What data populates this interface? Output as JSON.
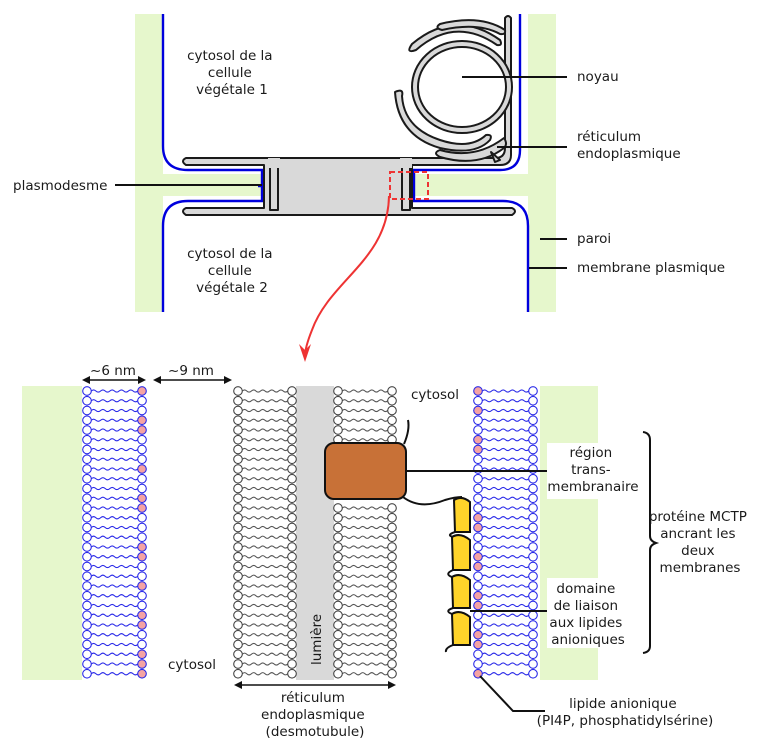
{
  "top": {
    "cell1_label": [
      "cytosol de la",
      "cellule",
      "végétale 1"
    ],
    "cell2_label": [
      "cytosol de la",
      "cellule",
      "végétale 2"
    ],
    "labels": {
      "plasmodesme": "plasmodesme",
      "noyau": "noyau",
      "reticulum": [
        "réticulum",
        "endoplasmique"
      ],
      "paroi": "paroi",
      "membrane_plasmique": "membrane plasmique"
    }
  },
  "bottom": {
    "dim_6nm": "~6 nm",
    "dim_9nm": "~9 nm",
    "cytosol_top": "cytosol",
    "cytosol_bottom": "cytosol",
    "lumiere": "lumière",
    "er_label": [
      "réticulum",
      "endoplasmique",
      "(desmotubule)"
    ],
    "transmembrane": [
      "région",
      "trans-",
      "membranaire"
    ],
    "binding_domain": [
      "domaine",
      "de liaison",
      "aux lipides",
      "anioniques"
    ],
    "mctp": [
      "protéine MCTP",
      "ancrant les",
      "deux",
      "membranes"
    ],
    "anionic_lipid": [
      "lipide anionique",
      "(PI4P, phosphatidylsérine)"
    ],
    "lipid_rows": 30,
    "left_pm_anionic_rows": [
      0,
      3,
      4,
      8,
      11,
      12,
      16,
      17,
      20,
      23,
      24,
      27,
      28,
      29
    ],
    "right_pm_anionic_rows": [
      0,
      2,
      5,
      6,
      13,
      14,
      17,
      18,
      21,
      22,
      25,
      26,
      29
    ]
  },
  "colors": {
    "wall": "#e6f7cc",
    "plasma_membrane": "#0000dd",
    "er": "#d9d9d9",
    "protein_tm": "#c87137",
    "protein_domain": "#ffd42a",
    "anionic_head": "#f5a3a3",
    "zoom_box": "#ee3333"
  }
}
